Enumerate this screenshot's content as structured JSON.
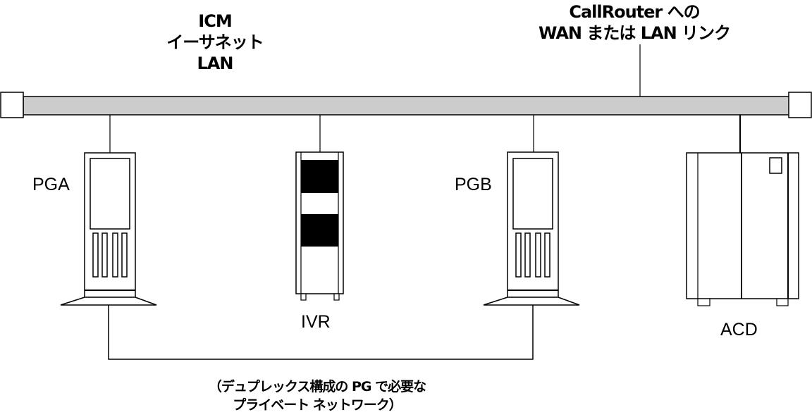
{
  "labels": {
    "icm_lan": [
      "ICM",
      "イーサネット",
      "LAN"
    ],
    "callrouter_link": [
      "CallRouter への",
      "WAN または LAN リンク"
    ],
    "private_network_note": [
      "（デュプレックス構成の PG で必要な",
      "プライベート ネットワーク）"
    ]
  },
  "devices": {
    "pga": "PGA",
    "ivr": "IVR",
    "pgb": "PGB",
    "acd": "ACD"
  },
  "colors": {
    "lan_bus_fill": "#cccccc",
    "stroke": "#000000",
    "background": "#ffffff"
  }
}
